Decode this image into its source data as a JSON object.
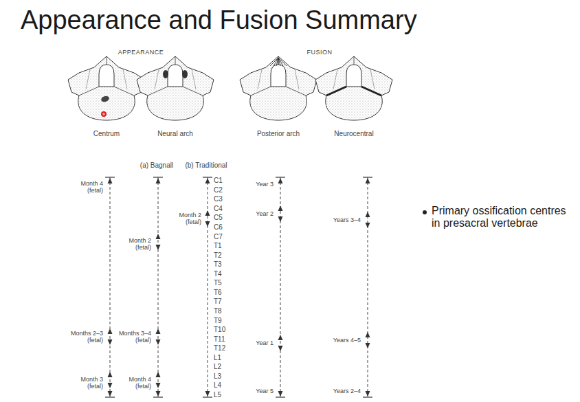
{
  "diagram": {
    "title": "Appearance and Fusion Summary",
    "labels": [
      "APPEARANCE",
      "FUSION",
      "Centrum",
      "Neural arch",
      "Posterior arch",
      "Neurocentral",
      "(a) Bagnall",
      "(b) Traditional",
      "C1",
      "C2",
      "C3",
      "C4",
      "C5",
      "C6",
      "C7",
      "T1",
      "T2",
      "T3",
      "T4",
      "T5",
      "T6",
      "T7",
      "T8",
      "T9",
      "T10",
      "T11",
      "T12",
      "L1",
      "L2",
      "L3",
      "L4",
      "L5",
      "Month 4 (fetal)",
      "Months 2–3 (fetal)",
      "Month 3 (fetal)",
      "Month 2 (fetal)",
      "Months 3–4 (fetal)",
      "Month 4 (fetal)",
      "Month 2 (fetal)",
      "Year 3",
      "Year 2",
      "Year 1",
      "Year 5",
      "Years 3–4",
      "Years 4–5",
      "Years 2–4",
      "Primary ossification centres in presacral vertebrae"
    ]
  }
}
